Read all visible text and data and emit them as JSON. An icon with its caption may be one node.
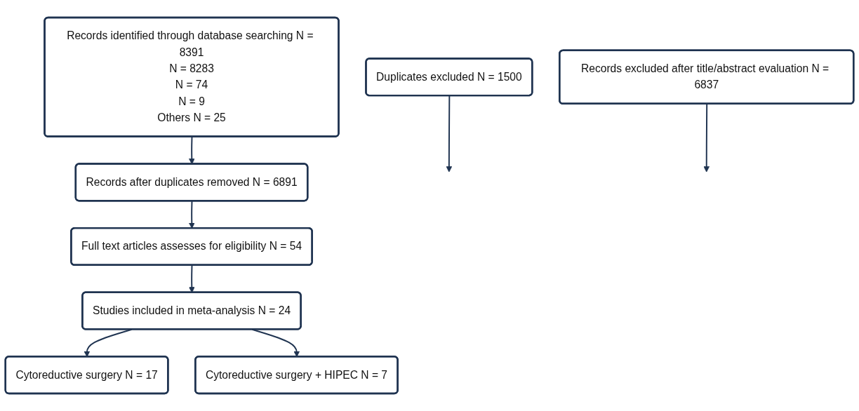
{
  "diagram": {
    "nodes": [
      {
        "text": [
          "Records identified through database searching N = 8391",
          "N = 8283",
          "N = 74",
          "N = 9",
          "Others N = 25"
        ]
      },
      {
        "text": [
          "Duplicates excluded N = 1500"
        ]
      },
      {
        "text": [
          "Records after duplicates removed N = 6891"
        ]
      },
      {
        "text": [
          "Records excluded after title/abstract evaluation N = 6837"
        ]
      },
      {
        "text": [
          "Full text articles assesses for eligibility N = 54"
        ]
      },
      {
        "text": [
          "Studies included in meta-analysis N = 24"
        ]
      },
      {
        "text": [
          "Cytoreductive surgery N = 17"
        ]
      },
      {
        "text": [
          "Cytoreductive surgery + HIPEC N = 7"
        ]
      }
    ],
    "edges": [
      {
        "from": 0,
        "to": 2,
        "arrow": "to"
      },
      {
        "from": 1,
        "to": null,
        "arrow": "to"
      },
      {
        "from": 2,
        "to": 4,
        "arrow": "to"
      },
      {
        "from": 3,
        "to": null,
        "arrow": "to"
      },
      {
        "from": 4,
        "to": 5,
        "arrow": "to"
      },
      {
        "from": 5,
        "to": 6,
        "arrow": "to"
      },
      {
        "from": 5,
        "to": 7,
        "arrow": "to"
      }
    ]
  }
}
